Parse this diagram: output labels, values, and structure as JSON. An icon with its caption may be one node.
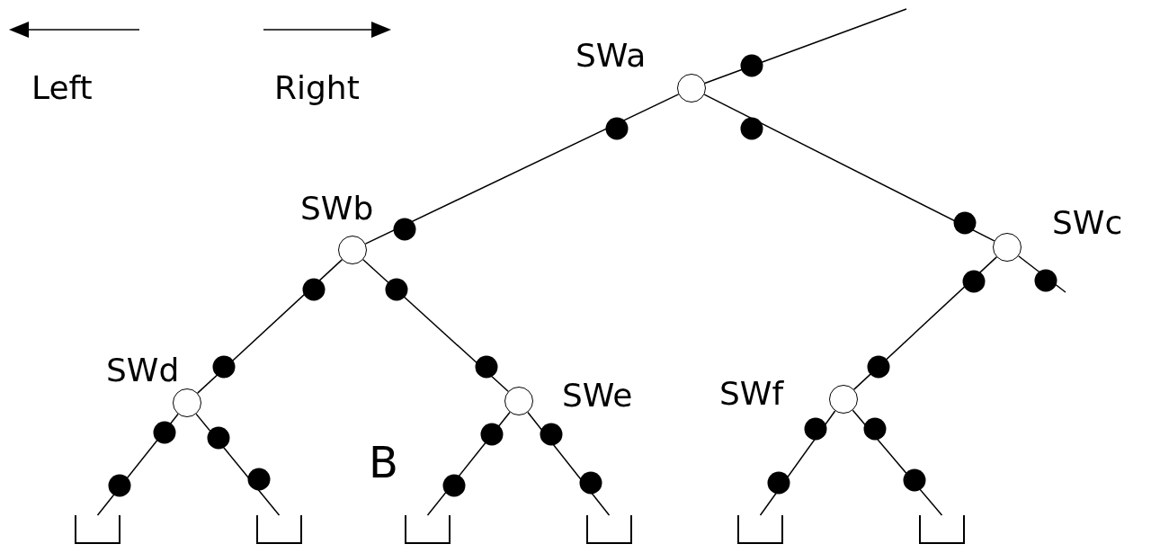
{
  "diagram": {
    "nodes": [
      {
        "text": [
          "SWa"
        ]
      },
      {
        "text": [
          "SWb"
        ]
      },
      {
        "text": [
          "SWc"
        ]
      },
      {
        "text": [
          "SWd"
        ]
      },
      {
        "text": [
          "SWe"
        ]
      },
      {
        "text": [
          "SWf"
        ]
      },
      {
        "text": [],
        "shape": "box"
      },
      {
        "text": [],
        "shape": "box"
      },
      {
        "text": [],
        "shape": "box"
      },
      {
        "text": [],
        "shape": "box"
      },
      {
        "text": [],
        "shape": "box"
      },
      {
        "text": [],
        "shape": "box"
      }
    ],
    "edges": [
      {
        "from": 0,
        "to": null,
        "arrow": "none"
      },
      {
        "from": 0,
        "to": 1,
        "arrow": "none"
      },
      {
        "from": 0,
        "to": 2,
        "arrow": "none"
      },
      {
        "from": 1,
        "to": 3,
        "arrow": "none"
      },
      {
        "from": 1,
        "to": 4,
        "arrow": "none"
      },
      {
        "from": 2,
        "to": 5,
        "arrow": "none"
      },
      {
        "from": 2,
        "to": null,
        "arrow": "none"
      },
      {
        "from": 3,
        "to": 6,
        "arrow": "none"
      },
      {
        "from": 3,
        "to": 7,
        "arrow": "none"
      },
      {
        "from": 4,
        "to": 8,
        "arrow": "none"
      },
      {
        "from": 4,
        "to": 9,
        "arrow": "none"
      },
      {
        "from": 5,
        "to": 10,
        "arrow": "none"
      },
      {
        "from": 5,
        "to": 11,
        "arrow": "none"
      }
    ],
    "labels": [
      "Left",
      "Right",
      "B"
    ]
  }
}
